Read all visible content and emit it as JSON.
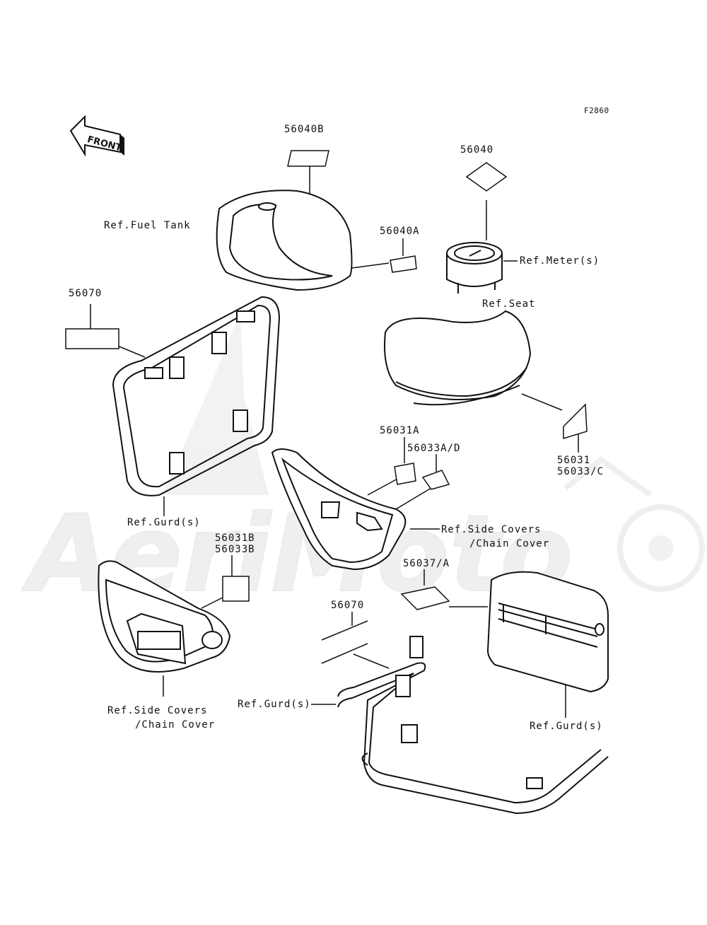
{
  "figure_id": "F2860",
  "front_arrow_text": "FRONT",
  "watermark_text": "AeriMoto",
  "parts": {
    "p56040B": "56040B",
    "p56040": "56040",
    "p56040A": "56040A",
    "p56070a": "56070",
    "p56031A": "56031A",
    "p56033AD": "56033A/D",
    "p56031": "56031",
    "p56033C": "56033/C",
    "p56031B": "56031B",
    "p56033B": "56033B",
    "p56037A": "56037/A",
    "p56070b": "56070"
  },
  "refs": {
    "fuel_tank": "Ref.Fuel Tank",
    "meter": "Ref.Meter(s)",
    "seat": "Ref.Seat",
    "gurd_top": "Ref.Gurd(s)",
    "side_covers_right_1": "Ref.Side Covers",
    "side_covers_right_2": "/Chain Cover",
    "side_covers_left_1": "Ref.Side Covers",
    "side_covers_left_2": "/Chain Cover",
    "gurd_bottom": "Ref.Gurd(s)",
    "gurd_box": "Ref.Gurd(s)"
  }
}
